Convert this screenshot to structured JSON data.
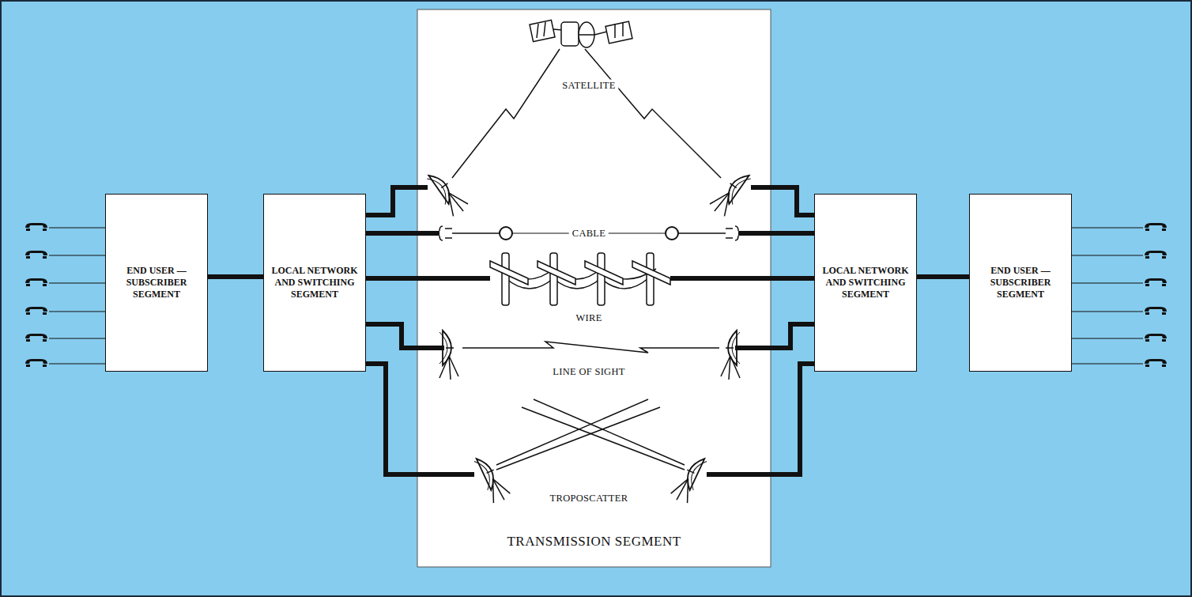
{
  "diagram": {
    "nodes": [
      {
        "text": [
          "END USER — SUBSCRIBER SEGMENT"
        ]
      },
      {
        "text": [
          "LOCAL NETWORK AND SWITCHING SEGMENT"
        ]
      },
      {
        "text": [
          "TRANSMISSION SEGMENT"
        ]
      },
      {
        "text": [
          "LOCAL NETWORK AND SWITCHING SEGMENT"
        ]
      },
      {
        "text": [
          "END USER — SUBSCRIBER SEGMENT"
        ]
      }
    ],
    "edges": [
      {
        "from": 0,
        "to": 1,
        "arrow": "none"
      },
      {
        "from": 1,
        "to": 3,
        "arrow": "none"
      },
      {
        "from": 1,
        "to": 3,
        "arrow": "none"
      },
      {
        "from": 1,
        "to": 3,
        "arrow": "none"
      },
      {
        "from": 1,
        "to": 3,
        "arrow": "none"
      },
      {
        "from": 1,
        "to": 3,
        "arrow": "none"
      },
      {
        "from": 3,
        "to": 4,
        "arrow": "none"
      }
    ],
    "labels": [
      "SATELLITE",
      "CABLE",
      "WIRE",
      "LINE OF SIGHT",
      "TROPOSCATTER"
    ]
  }
}
